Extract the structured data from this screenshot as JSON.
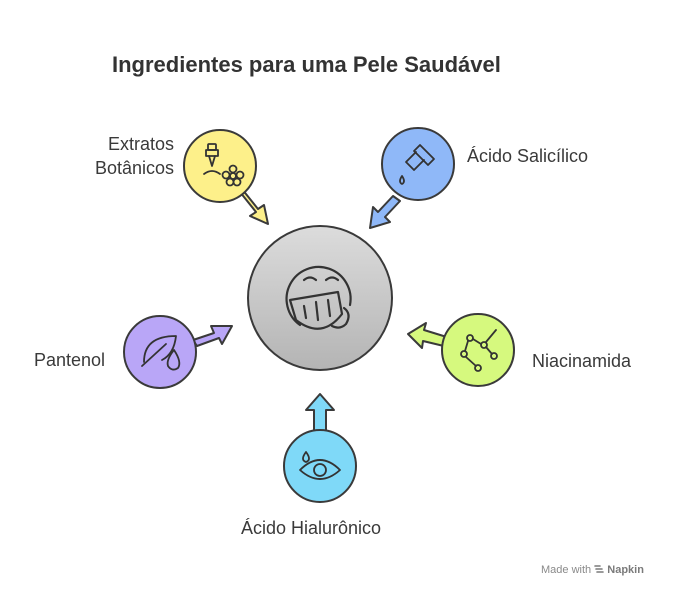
{
  "title": "Ingredientes para uma Pele Saudável",
  "items": [
    {
      "label_lines": [
        "Extratos",
        "Botânicos"
      ],
      "color": "#FDF08A",
      "icon": "dropper-flower-icon"
    },
    {
      "label_lines": [
        "Ácido Salicílico"
      ],
      "color": "#8FB8F8",
      "icon": "dropper-bottle-icon"
    },
    {
      "label_lines": [
        "Niacinamida"
      ],
      "color": "#D6F97E",
      "icon": "molecule-icon"
    },
    {
      "label_lines": [
        "Ácido Hialurônico"
      ],
      "color": "#7FD9F8",
      "icon": "water-drop-eye-icon"
    },
    {
      "label_lines": [
        "Pantenol"
      ],
      "color": "#B9A6F7",
      "icon": "leaf-drop-icon"
    }
  ],
  "center": {
    "icon": "happy-face-icon",
    "color": "#C9C9C9"
  },
  "footer": {
    "prefix": "Made with",
    "brand": "Napkin",
    "icon": "napkin-logo-icon"
  }
}
